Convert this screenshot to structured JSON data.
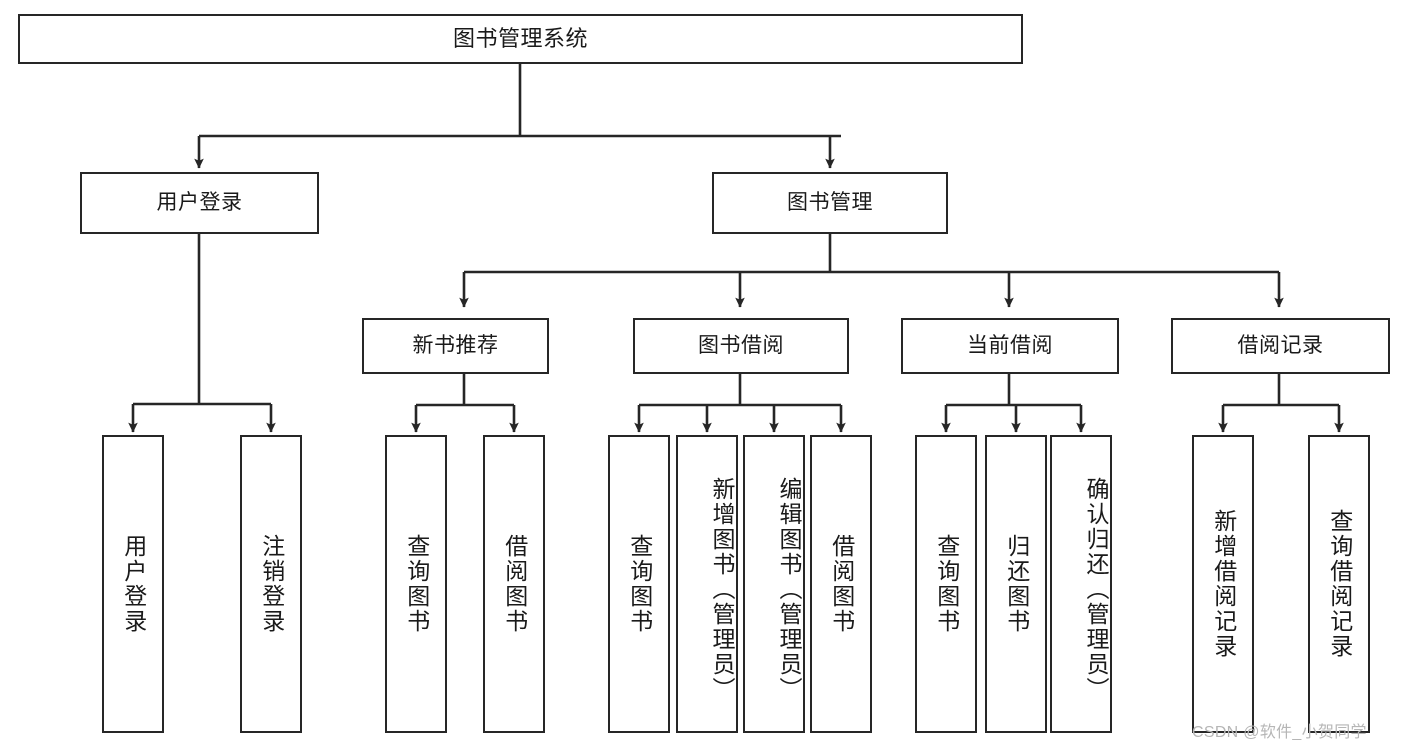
{
  "diagram": {
    "type": "tree-hierarchy",
    "title": "图书管理系统",
    "colors": {
      "stroke": "#262626",
      "fill": "#ffffff",
      "text": "#1a1a1a",
      "watermark": "#b6b6b6"
    },
    "levels": {
      "root": {
        "label": "图书管理系统"
      },
      "level2": [
        {
          "label": "用户登录"
        },
        {
          "label": "图书管理"
        }
      ],
      "level3": [
        {
          "label": "新书推荐"
        },
        {
          "label": "图书借阅"
        },
        {
          "label": "当前借阅"
        },
        {
          "label": "借阅记录"
        }
      ],
      "leaves": {
        "user_login": [
          {
            "label": "用户登录"
          },
          {
            "label": "注销登录"
          }
        ],
        "new_book_recommend": [
          {
            "label": "查询图书"
          },
          {
            "label": "借阅图书"
          }
        ],
        "book_borrow": [
          {
            "label": "查询图书"
          },
          {
            "label": "新增图书（管理员）"
          },
          {
            "label": "编辑图书（管理员）"
          },
          {
            "label": "借阅图书"
          }
        ],
        "current_borrow": [
          {
            "label": "查询图书"
          },
          {
            "label": "归还图书"
          },
          {
            "label": "确认归还（管理员）"
          }
        ],
        "borrow_record": [
          {
            "label": "新增借阅记录"
          },
          {
            "label": "查询借阅记录"
          }
        ]
      }
    },
    "watermark": "CSDN @软件_小贺同学"
  }
}
